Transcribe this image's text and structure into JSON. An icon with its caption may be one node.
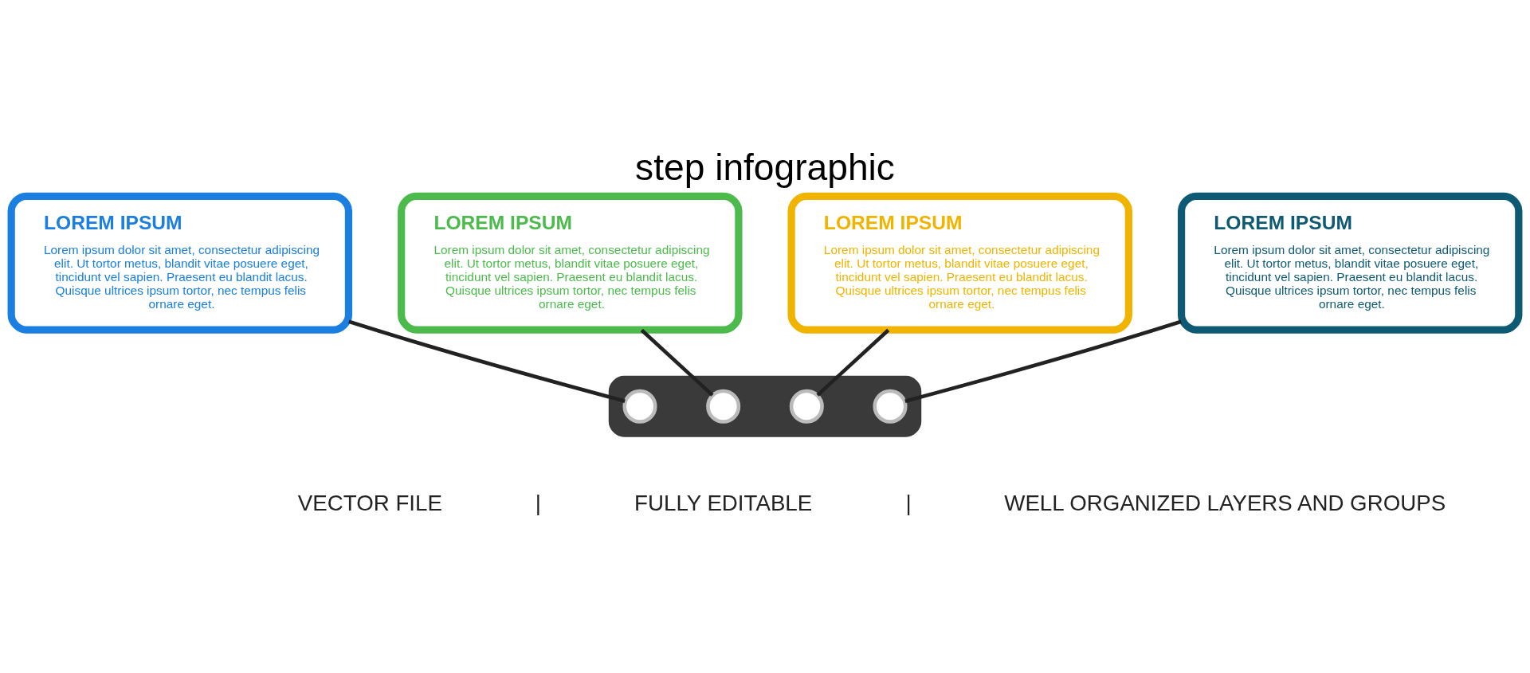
{
  "diagram": {
    "title": "step infographic",
    "nodes": [
      {
        "text": [
          "LOREM IPSUM",
          "Lorem ipsum dolor sit amet, consectetur adipiscing elit. Ut tortor metus, blandit vitae posuere eget, tincidunt vel sapien. Praesent eu blandit lacus. Quisque ultrices ipsum tortor, nec tempus felis ornare eget."
        ]
      },
      {
        "text": [
          "LOREM IPSUM",
          "Lorem ipsum dolor sit amet, consectetur adipiscing elit. Ut tortor metus, blandit vitae posuere eget, tincidunt vel sapien. Praesent eu blandit lacus. Quisque ultrices ipsum tortor, nec tempus felis ornare eget."
        ]
      },
      {
        "text": [
          "LOREM IPSUM",
          "Lorem ipsum dolor sit amet, consectetur adipiscing elit. Ut tortor metus, blandit vitae posuere eget, tincidunt vel sapien. Praesent eu blandit lacus. Quisque ultrices ipsum tortor, nec tempus felis ornare eget."
        ]
      },
      {
        "text": [
          "LOREM IPSUM",
          "Lorem ipsum dolor sit amet, consectetur adipiscing elit. Ut tortor metus, blandit vitae posuere eget, tincidunt vel sapien. Praesent eu blandit lacus. Quisque ultrices ipsum tortor, nec tempus felis ornare eget."
        ]
      },
      {
        "text": [],
        "shape": "bar"
      },
      {
        "text": [],
        "shape": "circle",
        "in": 4
      },
      {
        "text": [],
        "shape": "circle",
        "in": 4
      },
      {
        "text": [],
        "shape": "circle",
        "in": 4
      },
      {
        "text": [],
        "shape": "circle",
        "in": 4
      }
    ],
    "edges": [
      {
        "from": 0,
        "to": 5,
        "arrow": "none"
      },
      {
        "from": 1,
        "to": 6,
        "arrow": "none"
      },
      {
        "from": 2,
        "to": 7,
        "arrow": "none"
      },
      {
        "from": 3,
        "to": 8,
        "arrow": "none"
      }
    ],
    "labels": [
      "VECTOR FILE",
      "|",
      "FULLY EDITABLE",
      "|",
      "WELL ORGANIZED LAYERS AND GROUPS"
    ]
  }
}
